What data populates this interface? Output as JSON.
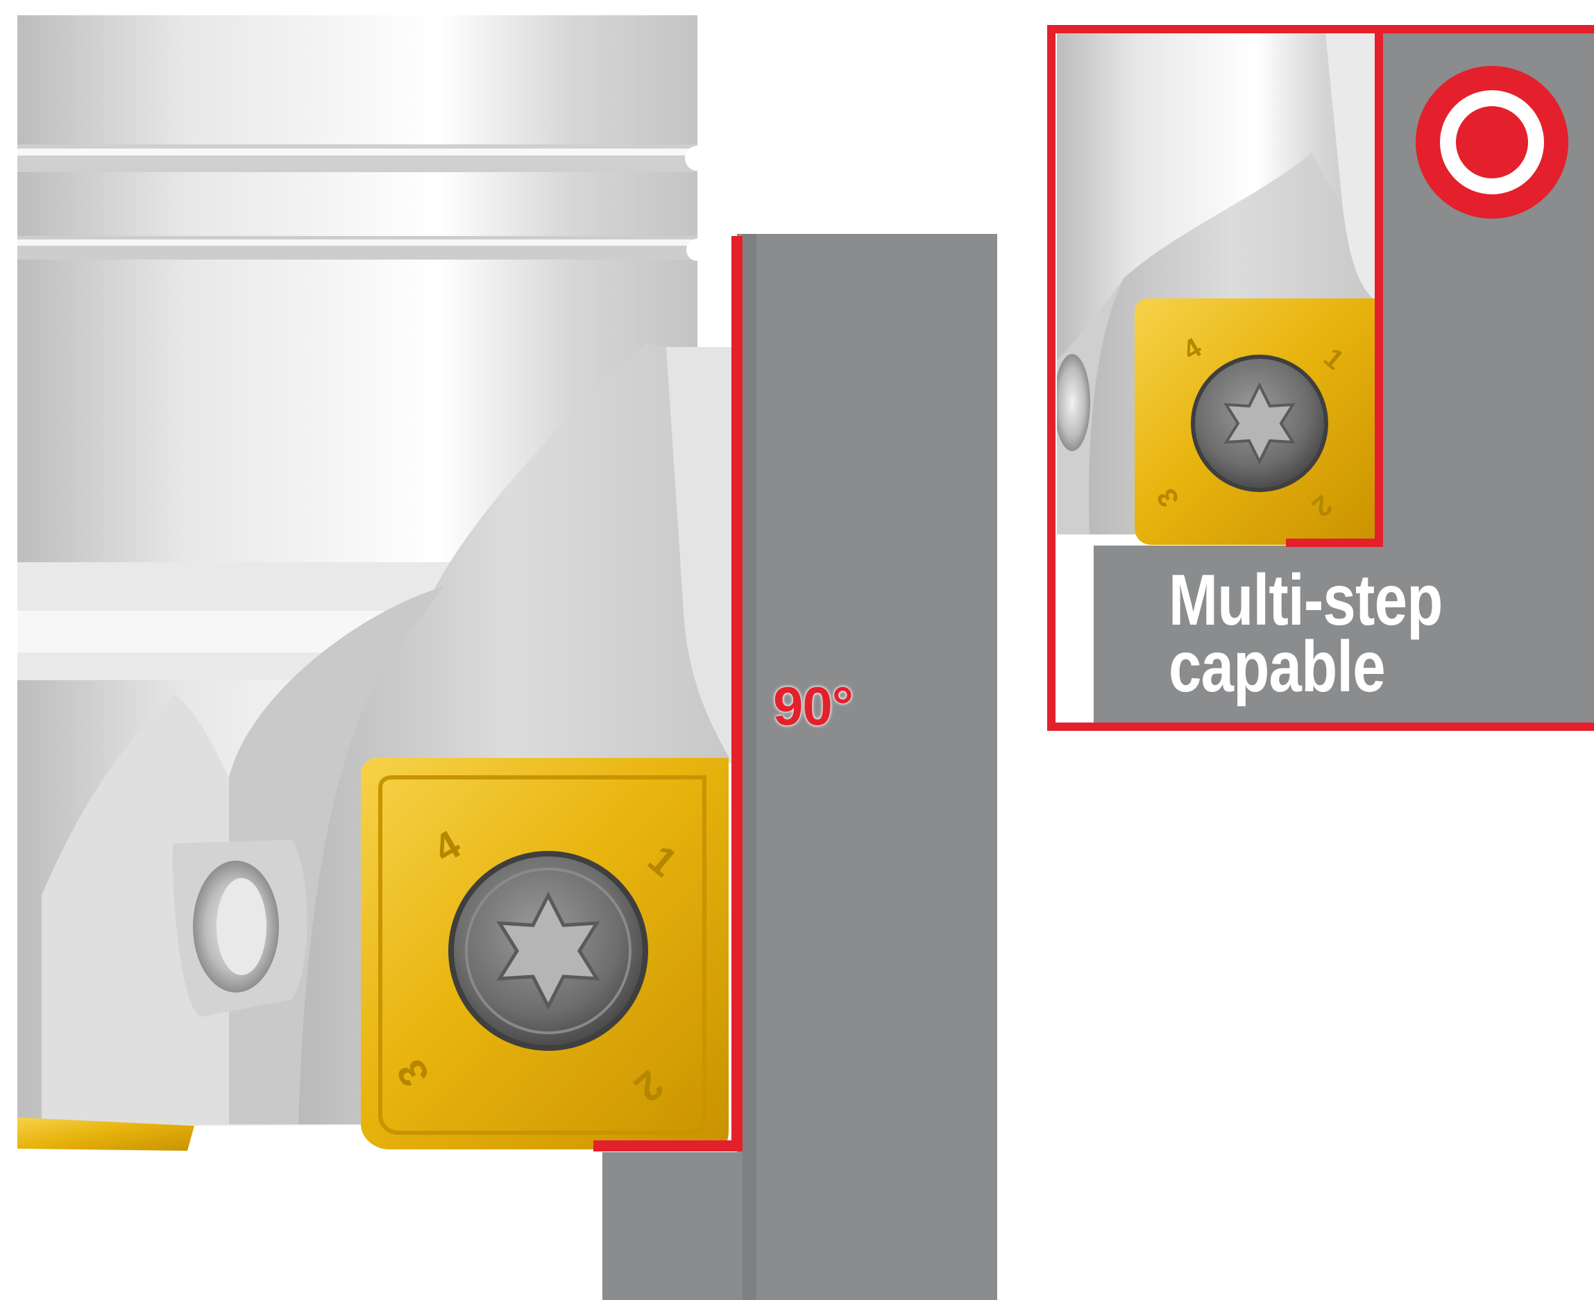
{
  "main_view": {
    "angle_label": "90°"
  },
  "detail_panel": {
    "caption_line1": "Multi-step",
    "caption_line2": "capable",
    "badge_icon": "red-ring-target-icon"
  },
  "insert_markings": [
    "4",
    "1",
    "3",
    "2"
  ],
  "colors": {
    "accent_red": "#e3202b",
    "insert_gold": "#e8b40e",
    "workpiece_gray": "#8a8c8e",
    "tool_body_silver": "#d9d9d9"
  }
}
